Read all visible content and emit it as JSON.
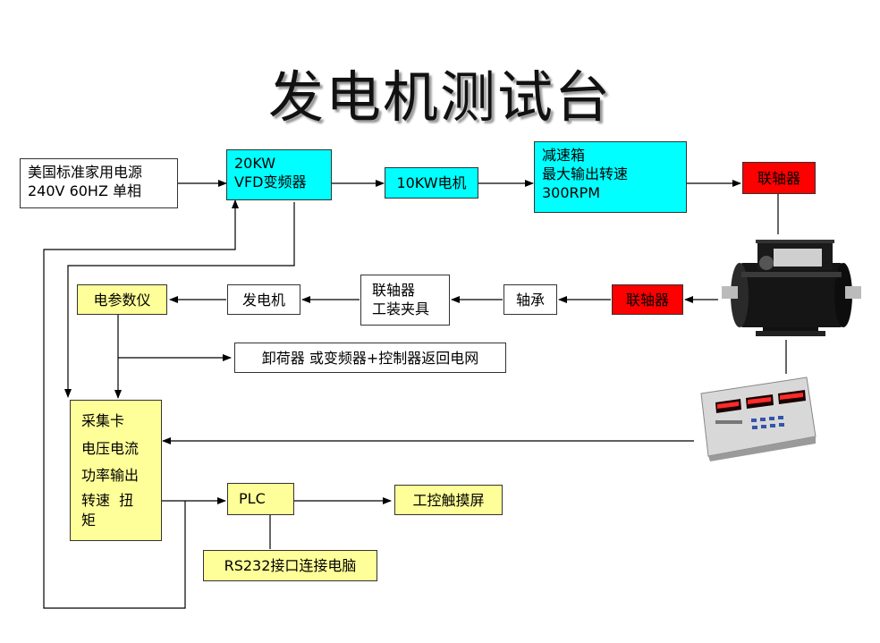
{
  "title": "发电机测试台",
  "nodes": {
    "power": [
      "美国标准家用电源",
      "240V 60HZ 单相"
    ],
    "vfd": [
      "20KW",
      "VFD变频器"
    ],
    "motor": "10KW电机",
    "gearbox": [
      "减速箱",
      "最大输出转速",
      "300RPM"
    ],
    "coupling_top": "联轴器",
    "coupling_mid": "联轴器",
    "bearing": "轴承",
    "fixture": [
      "联轴器",
      "工装夹具"
    ],
    "generator": "发电机",
    "meter": "电参数仪",
    "load": "卸荷器 或变频器+控制器返回电网",
    "daq": [
      "采集卡",
      "电压电流",
      "功率输出",
      "转速  扭",
      "矩"
    ],
    "plc": "PLC",
    "touchscreen": "工控触摸屏",
    "rs232": "RS232接口连接电脑"
  },
  "colors": {
    "cyan": "#00ffff",
    "red": "#ff0000",
    "yellow": "#ffff99"
  }
}
